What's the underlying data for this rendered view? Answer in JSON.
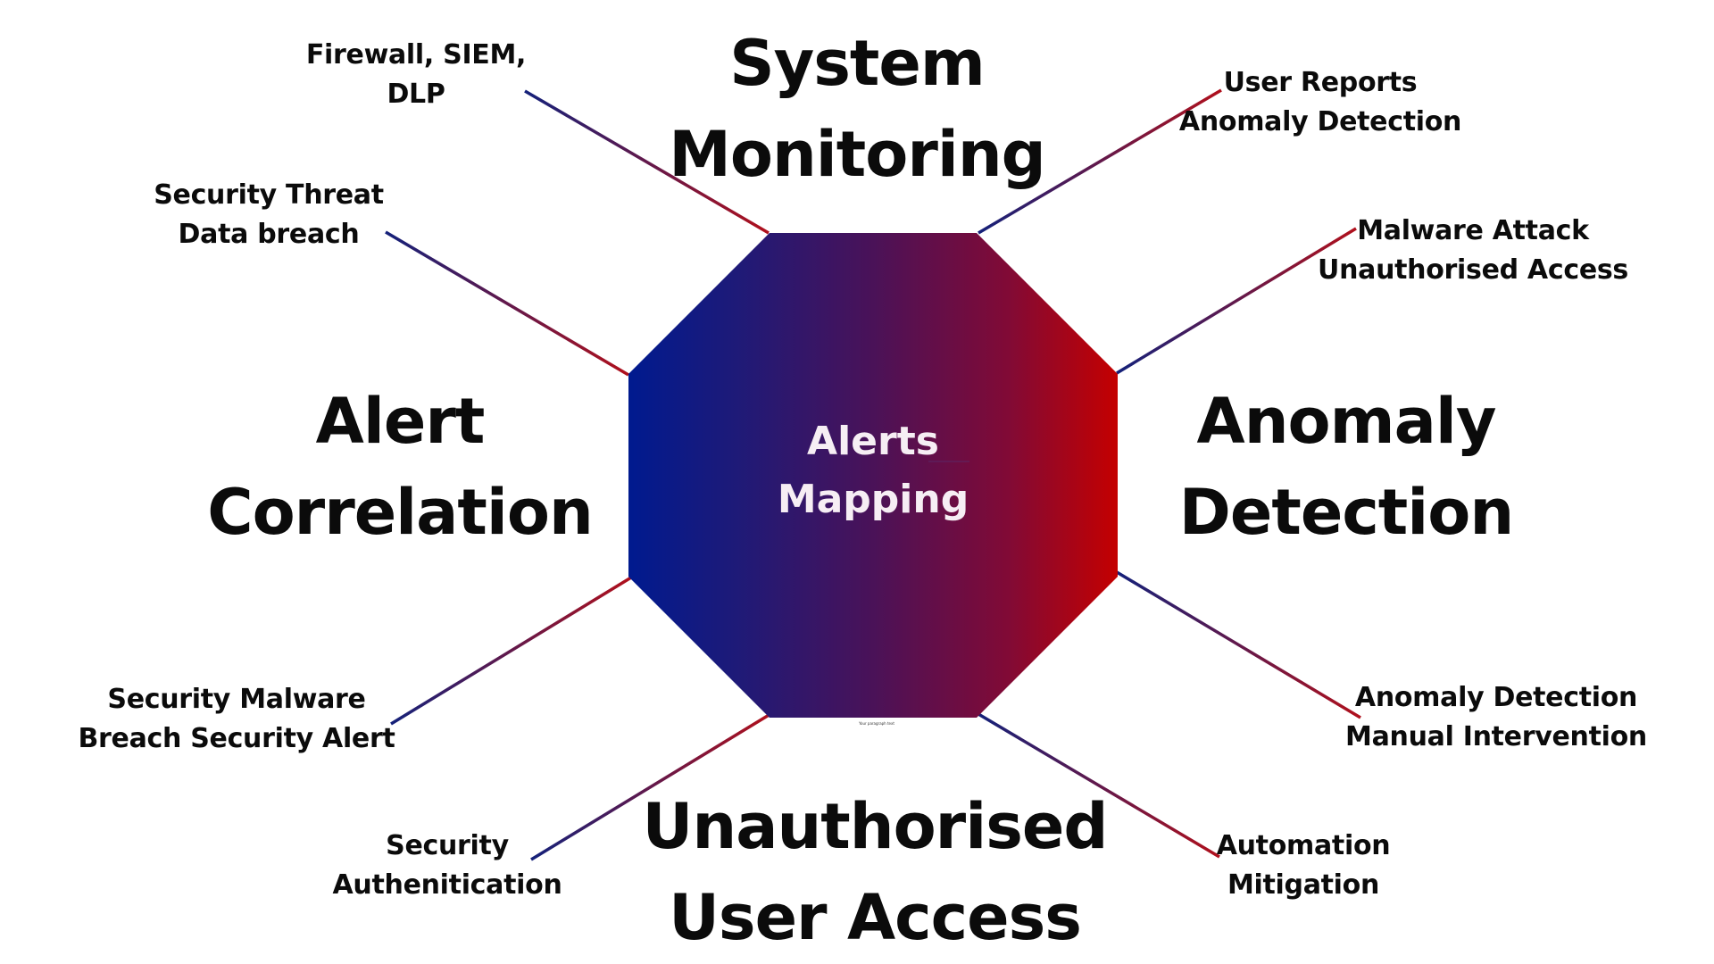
{
  "diagram": {
    "center": {
      "lines": [
        "Alerts",
        "Mapping"
      ],
      "gradient": {
        "left": "#001a8f",
        "middle": "#4a1258",
        "right": "#c40000"
      }
    },
    "placeholder_text": "Your paragraph text",
    "categories": [
      {
        "id": "system-monitoring",
        "lines": [
          "System",
          "Monitoring"
        ]
      },
      {
        "id": "alert-correlation",
        "lines": [
          "Alert",
          "Correlation"
        ]
      },
      {
        "id": "anomaly-detection",
        "lines": [
          "Anomaly",
          "Detection"
        ]
      },
      {
        "id": "unauthorised-user-access",
        "lines": [
          "Unauthorised",
          "User Access"
        ]
      }
    ],
    "details": [
      {
        "id": "firewall-siem-dlp",
        "lines": [
          "Firewall, SIEM,",
          "DLP"
        ]
      },
      {
        "id": "security-threat",
        "lines": [
          "Security Threat",
          "Data breach"
        ]
      },
      {
        "id": "user-reports",
        "lines": [
          "User Reports",
          "Anomaly Detection"
        ]
      },
      {
        "id": "malware-attack",
        "lines": [
          "Malware Attack",
          "Unauthorised Access"
        ]
      },
      {
        "id": "security-malware",
        "lines": [
          "Security Malware",
          "Breach Security Alert"
        ]
      },
      {
        "id": "security-authentication",
        "lines": [
          "Security",
          "Authenitication"
        ]
      },
      {
        "id": "anomaly-manual",
        "lines": [
          "Anomaly Detection",
          "Manual Intervention"
        ]
      },
      {
        "id": "automation-mitigation",
        "lines": [
          "Automation",
          "Mitigation"
        ]
      }
    ],
    "connector_colors": {
      "blue": "#14217a",
      "red": "#b0101c"
    }
  }
}
